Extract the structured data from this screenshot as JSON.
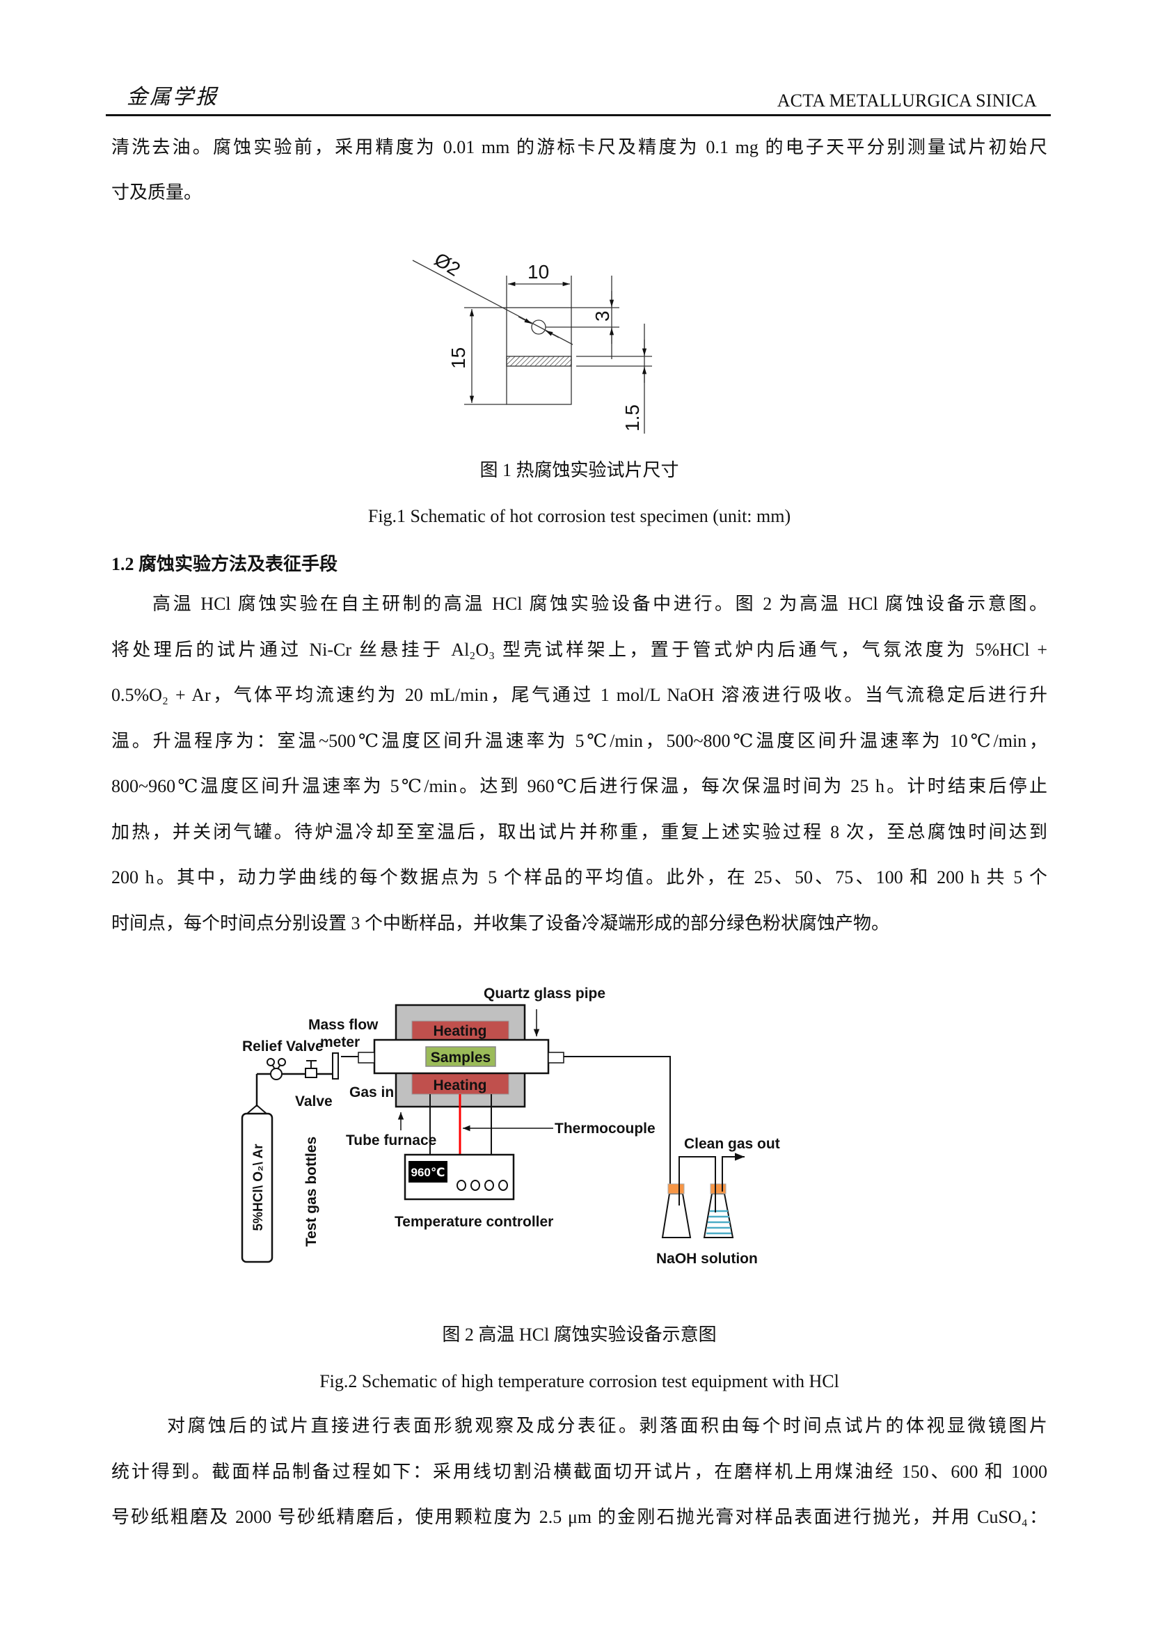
{
  "header": {
    "logo": "金属学报",
    "journal": "ACTA METALLURGICA SINICA"
  },
  "para1": {
    "lines": [
      "清洗去油。腐蚀实验前，采用精度为 0.01 mm 的游标卡尺及精度为 0.1 mg 的电子天平分别测量试片初始尺",
      "寸及质量。"
    ]
  },
  "fig1": {
    "dims": {
      "diameter": "Ø2",
      "width": "10",
      "height": "15",
      "hole_offset": "3",
      "band": "1.5"
    },
    "caption_cn": "图 1  热腐蚀实验试片尺寸",
    "caption_en": "Fig.1 Schematic of hot corrosion test specimen (unit: mm)"
  },
  "section": {
    "heading": "1.2  腐蚀实验方法及表征手段"
  },
  "para2": {
    "lines": [
      "高温 HCl 腐蚀实验在自主研制的高温 HCl 腐蚀实验设备中进行。图 2 为高温 HCl 腐蚀设备示意图。",
      "将处理后的试片通过 Ni-Cr 丝悬挂于 Al₂O₃ 型壳试样架上，置于管式炉内后通气，气氛浓度为 5%HCl +",
      "0.5%O₂ + Ar，气体平均流速约为 20 mL/min，尾气通过 1 mol/L NaOH 溶液进行吸收。当气流稳定后进行升",
      "温。升温程序为：室温~500℃温度区间升温速率为 5℃/min，500~800℃温度区间升温速率为 10℃/min，",
      "800~960℃温度区间升温速率为 5℃/min。达到 960℃后进行保温，每次保温时间为 25 h。计时结束后停止",
      "加热，并关闭气罐。待炉温冷却至室温后，取出试片并称重，重复上述实验过程 8 次，至总腐蚀时间达到",
      "200 h。其中，动力学曲线的每个数据点为 5 个样品的平均值。此外，在 25、50、75、100 和 200 h 共 5 个",
      "时间点，每个时间点分别设置 3 个中断样品，并收集了设备冷凝端形成的部分绿色粉状腐蚀产物。"
    ]
  },
  "fig2": {
    "labels": {
      "quartz": "Quartz glass pipe",
      "mass_flow_1": "Mass flow",
      "mass_flow_2": "meter",
      "relief_valve": "Relief Valve",
      "valve": "Valve",
      "gas_in": "Gas in",
      "heating_top": "Heating",
      "samples": "Samples",
      "heating_bottom": "Heating",
      "tube_furnace": "Tube furnace",
      "thermocouple": "Thermocouple",
      "display": "960℃",
      "controller": "Temperature controller",
      "bottle": "5%HCl\\ O₂\\ Ar",
      "bottles": "Test gas bottles",
      "clean_gas": "Clean gas out",
      "naoh": "NaOH solution"
    },
    "colors": {
      "heating": "#c0504d",
      "samples": "#9bbb59",
      "furnace": "#c0c0c0",
      "thermocouple": "#ff0000",
      "stopper": "#f79646",
      "solution": "#4bacc6"
    },
    "caption_cn": "图 2  高温 HCl 腐蚀实验设备示意图",
    "caption_en": "Fig.2 Schematic of high temperature corrosion test equipment with HCl"
  },
  "para3": {
    "lines": [
      "对腐蚀后的试片直接进行表面形貌观察及成分表征。剥落面积由每个时间点试片的体视显微镜图片",
      "统计得到。截面样品制备过程如下：采用线切割沿横截面切开试片，在磨样机上用煤油经 150、600 和 1000",
      "号砂纸粗磨及 2000 号砂纸精磨后，使用颗粒度为 2.5 μm 的金刚石抛光膏对样品表面进行抛光，并用 CuSO₄："
    ]
  }
}
